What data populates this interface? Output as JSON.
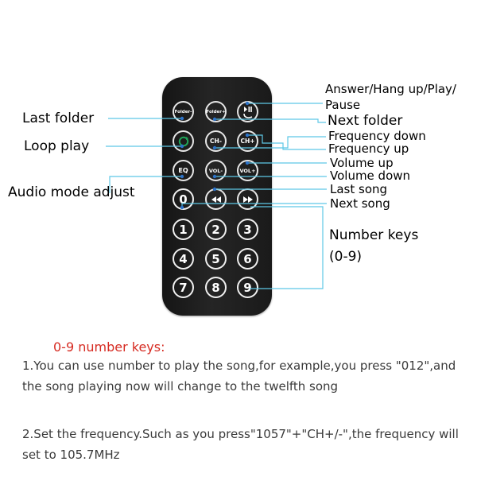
{
  "remote": {
    "keys": {
      "folder_last": "Folder-",
      "folder_next": "Folder+",
      "play_pause": "play-pause-phone-icon",
      "loop": "loop-icon",
      "ch_minus": "CH-",
      "ch_plus": "CH+",
      "eq": "EQ",
      "vol_minus": "VOL-",
      "vol_plus": "VOL+",
      "prev": "prev-track-icon",
      "next": "next-track-icon",
      "numbers": [
        "0",
        "1",
        "2",
        "3",
        "4",
        "5",
        "6",
        "7",
        "8",
        "9"
      ]
    }
  },
  "labels": {
    "answer_play": "Answer/Hang up/Play/",
    "pause": "Pause",
    "last_folder": "Last folder",
    "next_folder": "Next folder",
    "loop_play": "Loop play",
    "frequency_down": "Frequency down",
    "frequency_up": "Frequency up",
    "volume_up": "Volume up",
    "volume_down": "Volume down",
    "audio_mode": "Audio mode adjust",
    "last_song": "Last song",
    "next_song": "Next song",
    "number_keys": "Number keys",
    "number_range": "(0-9)"
  },
  "notes": {
    "title": "0-9 number keys:",
    "item1": "1.You can use number to play the song,for example,you press \"012\",and the song playing now will change to the twelfth song",
    "item2": "2.Set the frequency.Such as you press\"1057\"+\"CH+/-\",the frequency will set to 105.7MHz"
  },
  "colors": {
    "callout_line": "#5ec8e6",
    "callout_dot": "#2d73c9",
    "remote_body": "#1e1e1e",
    "notes_title": "#d62b22"
  }
}
